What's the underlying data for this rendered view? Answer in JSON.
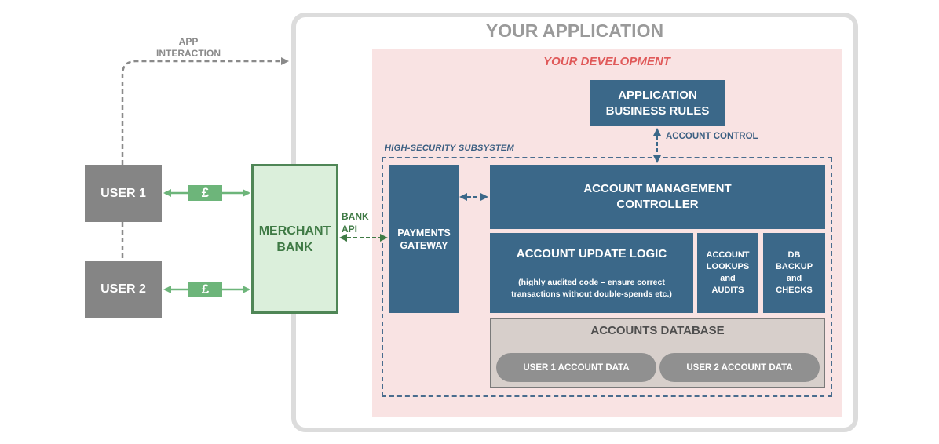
{
  "app_title": "YOUR APPLICATION",
  "dev_title": "YOUR DEVELOPMENT",
  "subsystem_title": "HIGH-SECURITY SUBSYSTEM",
  "app_interaction": [
    "APP",
    "INTERACTION"
  ],
  "users": [
    {
      "label": "USER 1"
    },
    {
      "label": "USER 2"
    }
  ],
  "currency_symbol": "£",
  "merchant_bank": [
    "MERCHANT",
    "BANK"
  ],
  "bank_api": [
    "BANK",
    "API"
  ],
  "payments_gateway": [
    "PAYMENTS",
    "GATEWAY"
  ],
  "business_rules": [
    "APPLICATION",
    "BUSINESS RULES"
  ],
  "account_control": "ACCOUNT CONTROL",
  "account_management": [
    "ACCOUNT MANAGEMENT",
    "CONTROLLER"
  ],
  "account_update": {
    "title": "ACCOUNT UPDATE LOGIC",
    "note": [
      "(highly audited code – ensure correct",
      "transactions without double-spends etc.)"
    ]
  },
  "lookups": [
    "ACCOUNT",
    "LOOKUPS",
    "and",
    "AUDITS"
  ],
  "db_backup": [
    "DB",
    "BACKUP",
    "and",
    "CHECKS"
  ],
  "accounts_db": {
    "title": "ACCOUNTS DATABASE",
    "user1_data": "USER 1 ACCOUNT DATA",
    "user2_data": "USER 2 ACCOUNT DATA"
  },
  "colors": {
    "blue_box": "#3b6889",
    "user_box": "#858585",
    "merchant_fill": "#dbefdb",
    "merchant_border": "#4f8656",
    "pound_green": "#6db57a",
    "dev_zone": "#f9e3e3",
    "dev_title": "#e05a5a",
    "frame": "#dcdcdc"
  }
}
